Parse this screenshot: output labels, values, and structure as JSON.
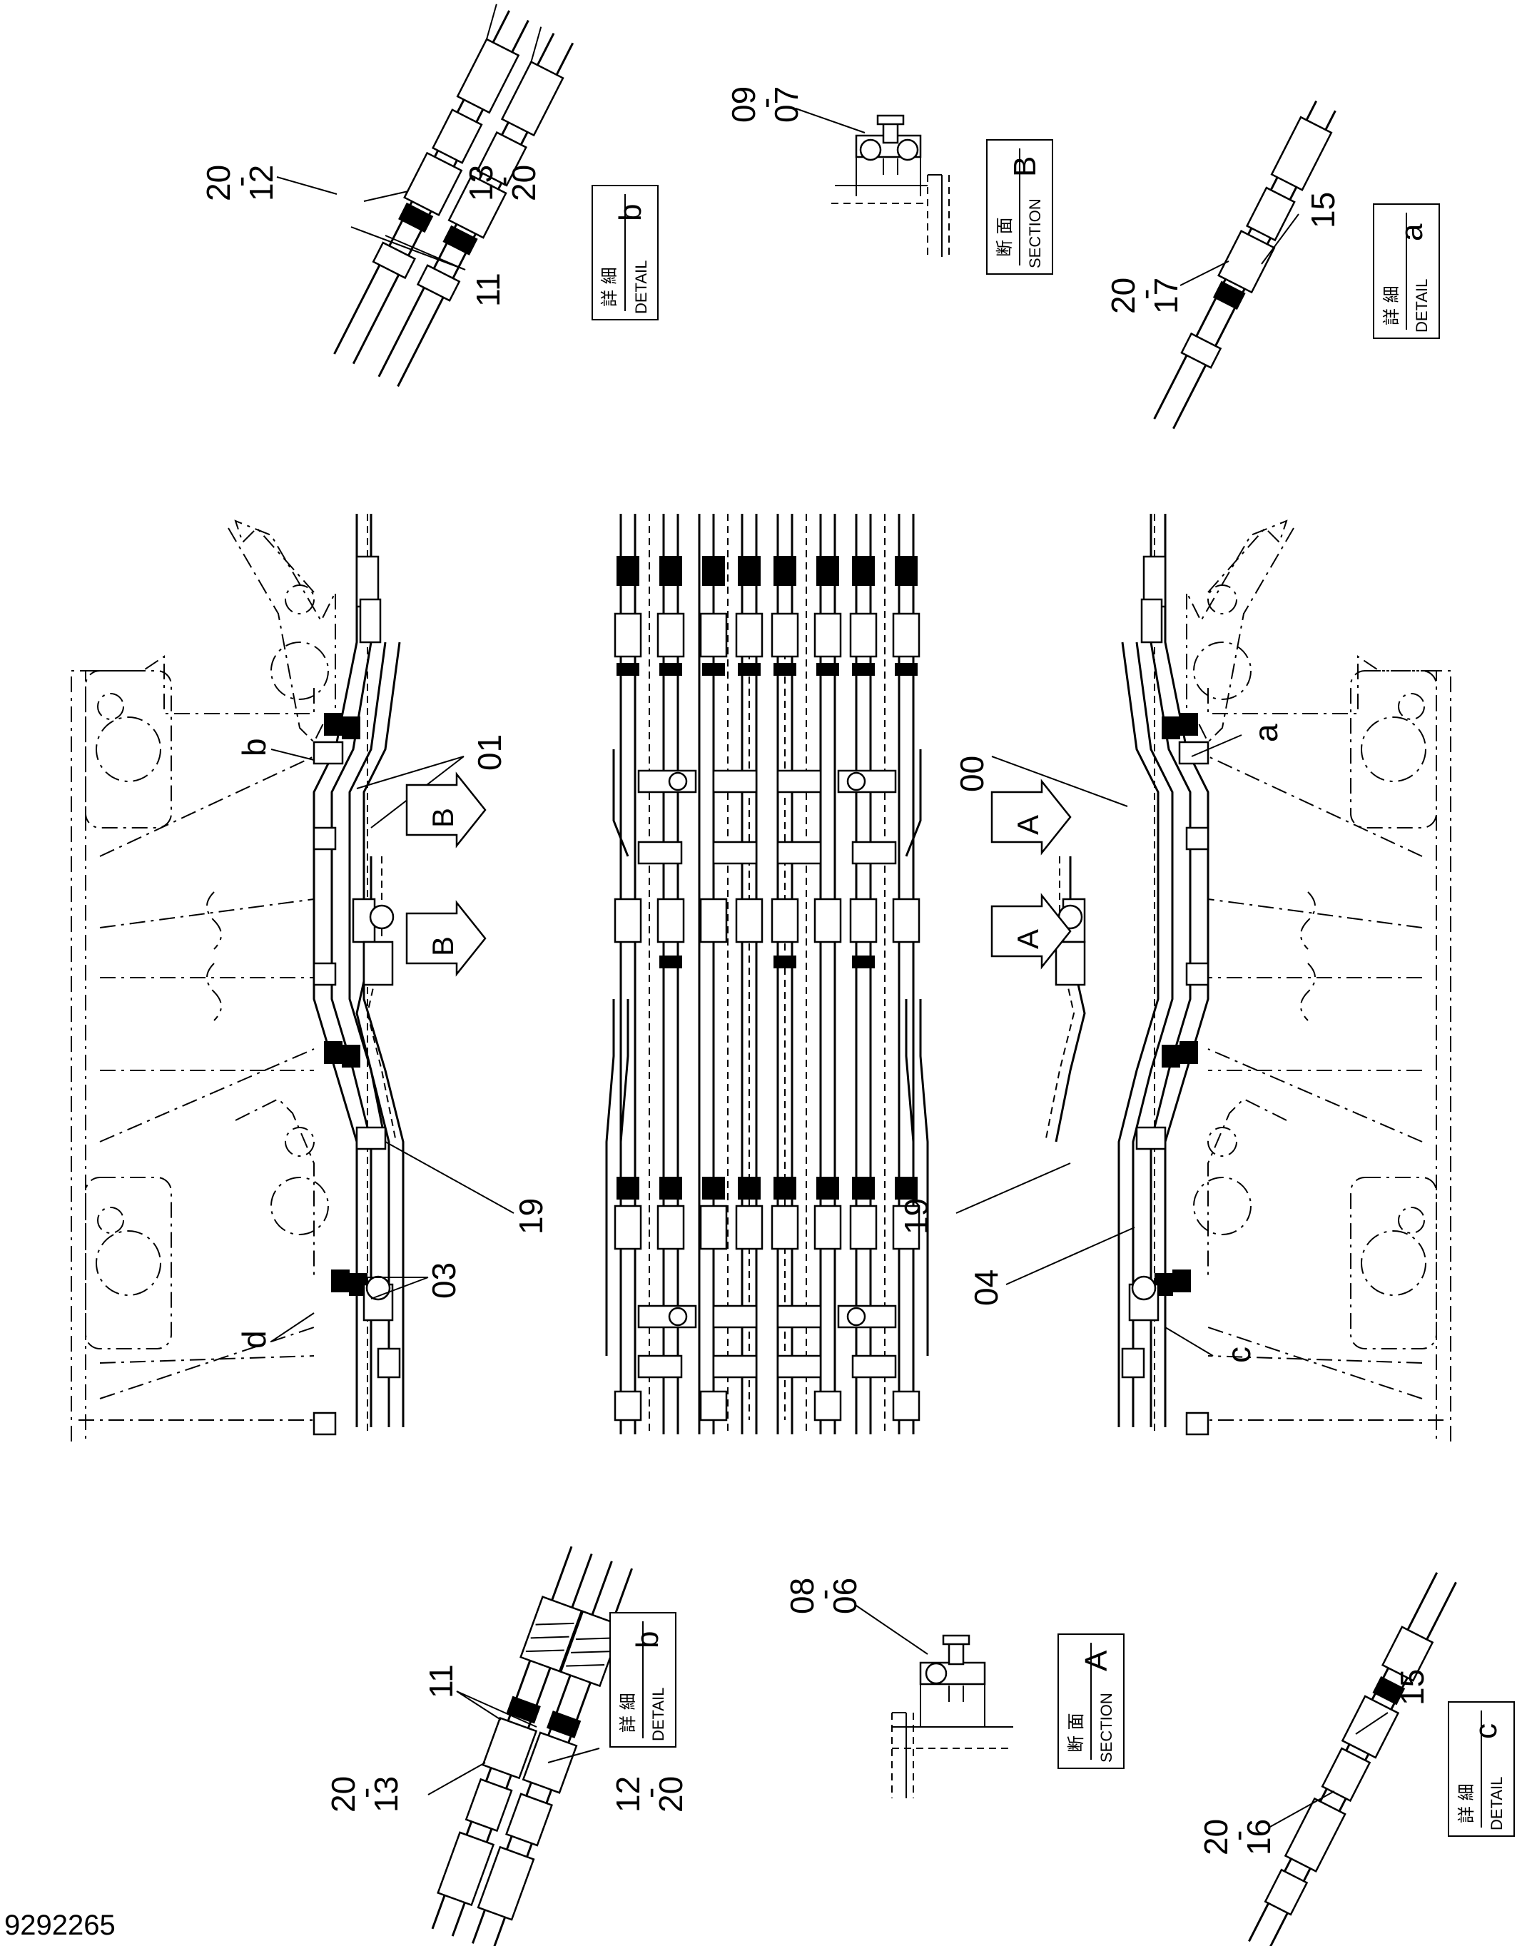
{
  "drawing_number": "9292265",
  "callouts": {
    "top_left_20_12": [
      "20",
      "-",
      "12"
    ],
    "top_left_13_20": [
      "13",
      "-",
      "20"
    ],
    "top_left_11": "11",
    "top_mid_09_07": [
      "09",
      "-",
      "07"
    ],
    "top_right_15": "15",
    "top_right_20_17": [
      "20",
      "-",
      "17"
    ],
    "main_b": "b",
    "main_01": "01",
    "main_19_left": "19",
    "main_03": "03",
    "main_d": "d",
    "main_00": "00",
    "main_a": "a",
    "main_19_right": "19",
    "main_04": "04",
    "main_c": "c",
    "bot_left_11": "11",
    "bot_left_20_13": [
      "20",
      "-",
      "13"
    ],
    "bot_left_12_20": [
      "12",
      "-",
      "20"
    ],
    "bot_mid_08_06": [
      "08",
      "-",
      "06"
    ],
    "bot_right_15": "15",
    "bot_right_20_16": [
      "20",
      "-",
      "16"
    ]
  },
  "detail_boxes": {
    "detail_b_top": {
      "jp": "詳 細",
      "en": "DETAIL",
      "letter": "b"
    },
    "section_b": {
      "jp": "断 面",
      "en": "SECTION",
      "letter": "B"
    },
    "detail_a": {
      "jp": "詳 細",
      "en": "DETAIL",
      "letter": "a"
    },
    "detail_b_bottom": {
      "jp": "詳 細",
      "en": "DETAIL",
      "letter": "b"
    },
    "section_a": {
      "jp": "断 面",
      "en": "SECTION",
      "letter": "A"
    },
    "detail_c": {
      "jp": "詳 細",
      "en": "DETAIL",
      "letter": "c"
    }
  },
  "view_arrows": {
    "arrow_b_upper": "B",
    "arrow_b_lower": "B",
    "arrow_a_upper": "A",
    "arrow_a_lower": "A"
  }
}
